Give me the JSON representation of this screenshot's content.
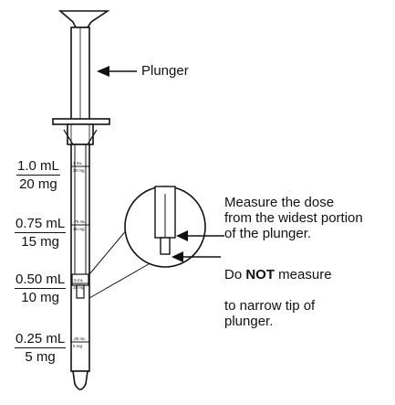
{
  "plunger_label": "Plunger",
  "doses": [
    {
      "ml": "1.0 mL",
      "mg": "20 mg",
      "mark_ml": "1 mL",
      "mark_mg": "20 mg"
    },
    {
      "ml": "0.75 mL",
      "mg": "15 mg",
      "mark_ml": ".75 mL",
      "mark_mg": "15 mg"
    },
    {
      "ml": "0.50 mL",
      "mg": "10 mg",
      "mark_ml": ".5 mL",
      "mark_mg": "10 mg"
    },
    {
      "ml": "0.25 mL",
      "mg": "5 mg",
      "mark_ml": ".25 mL",
      "mark_mg": "5 mg"
    }
  ],
  "measure_note": "Measure the dose\nfrom the widest portion\nof the plunger.",
  "do_not_note": {
    "prefix": "Do ",
    "emphasis": "NOT",
    "suffix": " measure",
    "rest": "to narrow tip of\nplunger."
  }
}
